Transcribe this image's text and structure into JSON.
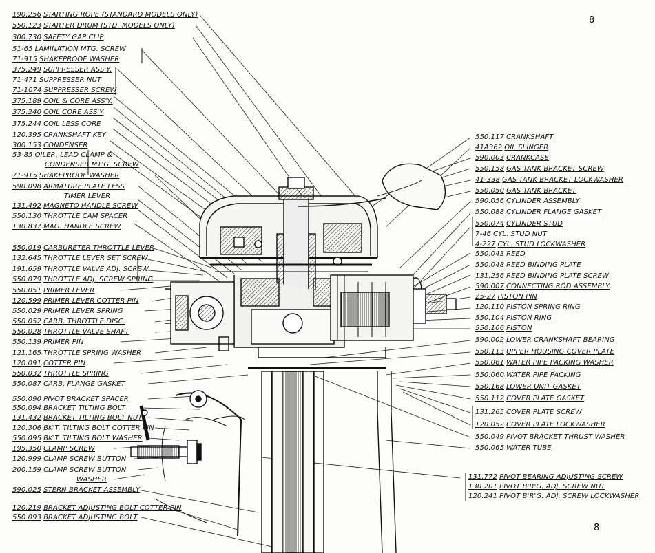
{
  "page_numbers": {
    "top": "8",
    "bottom": "8"
  },
  "left_labels": [
    {
      "num": "190.256",
      "text": "STARTING ROPE (STANDARD MODELS ONLY)"
    },
    {
      "num": "550.123",
      "text": "STARTER DRUM (STD. MODELS ONLY)"
    },
    {
      "num": "300.730",
      "text": "SAFETY GAP CLIP"
    },
    {
      "num": "51-65",
      "text": "LAMINATION MTG. SCREW"
    },
    {
      "num": "71-915",
      "text": "SHAKEPROOF WASHER"
    },
    {
      "num": "375.249",
      "text": "SUPPRESSER ASS'Y."
    },
    {
      "num": "71-471",
      "text": "SUPPRESSER NUT"
    },
    {
      "num": "71-1074",
      "text": "SUPPRESSER SCREW"
    },
    {
      "num": "375.189",
      "text": "COIL & CORE ASS'Y."
    },
    {
      "num": "375.240",
      "text": "COIL CORE ASS'Y"
    },
    {
      "num": "375.244",
      "text": "COIL LESS CORE"
    },
    {
      "num": "120.395",
      "text": "CRANKSHAFT KEY"
    },
    {
      "num": "300.153",
      "text": "CONDENSER"
    },
    {
      "num": "53-85",
      "text": "OILER, LEAD CLAMP &"
    },
    {
      "num": "",
      "text": "CONDENSER MT'G. SCREW"
    },
    {
      "num": "71-915",
      "text": "SHAKEPROOF WASHER"
    },
    {
      "num": "590.098",
      "text": "ARMATURE PLATE LESS"
    },
    {
      "num": "",
      "text": "TIMER LEVER"
    },
    {
      "num": "131.492",
      "text": "MAGNETO HANDLE SCREW"
    },
    {
      "num": "550.130",
      "text": "THROTTLE CAM SPACER"
    },
    {
      "num": "130.837",
      "text": "MAG. HANDLE SCREW"
    },
    {
      "num": "550.019",
      "text": "CARBURETER THROTTLE LEVER"
    },
    {
      "num": "132.645",
      "text": "THROTTLE LEVER SET SCREW"
    },
    {
      "num": "191.659",
      "text": "THROTTLE VALVE ADJ. SCREW"
    },
    {
      "num": "550.079",
      "text": "THROTTLE ADJ. SCREW SPRING"
    },
    {
      "num": "550.051",
      "text": "PRIMER LEVER"
    },
    {
      "num": "120.599",
      "text": "PRIMER LEVER COTTER PIN"
    },
    {
      "num": "550.029",
      "text": "PRIMER LEVER SPRING"
    },
    {
      "num": "550.052",
      "text": "CARB. THROTTLE DISC."
    },
    {
      "num": "550.028",
      "text": "THROTTLE VALVE SHAFT"
    },
    {
      "num": "550.139",
      "text": "PRIMER PIN"
    },
    {
      "num": "121.165",
      "text": "THROTTLE SPRING WASHER"
    },
    {
      "num": "120.091",
      "text": "COTTER PIN"
    },
    {
      "num": "550.032",
      "text": "THROTTLE SPRING"
    },
    {
      "num": "550.087",
      "text": "CARB. FLANGE GASKET"
    },
    {
      "num": "550.090",
      "text": "PIVOT BRACKET SPACER"
    },
    {
      "num": "550.094",
      "text": "BRACKET TILTING BOLT"
    },
    {
      "num": "131.432",
      "text": "BRACKET TILTING BOLT NUT"
    },
    {
      "num": "120.306",
      "text": "BK'T. TILTING BOLT COTTER PIN"
    },
    {
      "num": "550.095",
      "text": "BK'T. TILTING BOLT WASHER"
    },
    {
      "num": "195.350",
      "text": "CLAMP SCREW"
    },
    {
      "num": "120.999",
      "text": "CLAMP SCREW BUTTON"
    },
    {
      "num": "200.159",
      "text": "CLAMP SCREW BUTTON"
    },
    {
      "num": "",
      "text": "WASHER"
    },
    {
      "num": "590.025",
      "text": "STERN BRACKET ASSEMBLY"
    },
    {
      "num": "120.219",
      "text": "BRACKET ADJUSTING BOLT COTTER PIN"
    },
    {
      "num": "550.093",
      "text": "BRACKET ADJUSTING BOLT"
    }
  ],
  "right_labels": [
    {
      "num": "550.117",
      "text": "CRANKSHAFT"
    },
    {
      "num": "41A362",
      "text": "OIL SLINGER"
    },
    {
      "num": "590.003",
      "text": "CRANKCASE"
    },
    {
      "num": "550.158",
      "text": "GAS TANK BRACKET SCREW"
    },
    {
      "num": "41-338",
      "text": "GAS TANK BRACKET LOCKWASHER"
    },
    {
      "num": "550.050",
      "text": "GAS TANK BRACKET"
    },
    {
      "num": "590.056",
      "text": "CYLINDER ASSEMBLY"
    },
    {
      "num": "550.088",
      "text": "CYLINDER FLANGE GASKET"
    },
    {
      "num": "550.074",
      "text": "CYLINDER STUD"
    },
    {
      "num": "7-46",
      "text": "CYL. STUD NUT"
    },
    {
      "num": "4-227",
      "text": "CYL. STUD LOCKWASHER"
    },
    {
      "num": "550.043",
      "text": "REED"
    },
    {
      "num": "550.048",
      "text": "REED BINDING PLATE"
    },
    {
      "num": "131.256",
      "text": "REED BINDING PLATE SCREW"
    },
    {
      "num": "590.007",
      "text": "CONNECTING ROD ASSEMBLY"
    },
    {
      "num": "25-27",
      "text": "PISTON PIN"
    },
    {
      "num": "120.110",
      "text": "PISTON SPRING RING"
    },
    {
      "num": "550.104",
      "text": "PISTON RING"
    },
    {
      "num": "550.106",
      "text": "PISTON"
    },
    {
      "num": "590.002",
      "text": "LOWER CRANKSHAFT BEARING"
    },
    {
      "num": "550.113",
      "text": "UPPER HOUSING COVER PLATE"
    },
    {
      "num": "550.061",
      "text": "WATER PIPE PACKING WASHER"
    },
    {
      "num": "550.060",
      "text": "WATER PIPE PACKING"
    },
    {
      "num": "550.168",
      "text": "LOWER UNIT GASKET"
    },
    {
      "num": "550.112",
      "text": "COVER PLATE GASKET"
    },
    {
      "num": "131.265",
      "text": "COVER PLATE SCREW"
    },
    {
      "num": "120.052",
      "text": "COVER PLATE LOCKWASHER"
    },
    {
      "num": "550.049",
      "text": "PIVOT BRACKET THRUST WASHER"
    },
    {
      "num": "550.065",
      "text": "WATER TUBE"
    },
    {
      "num": "131.772",
      "text": "PIVOT BEARING ADJUSTING SCREW"
    },
    {
      "num": "130.201",
      "text": "PIVOT B'R'G. ADJ. SCREW NUT"
    },
    {
      "num": "120.241",
      "text": "PIVOT B'R'G. ADJ. SCREW LOCKWASHER"
    }
  ]
}
